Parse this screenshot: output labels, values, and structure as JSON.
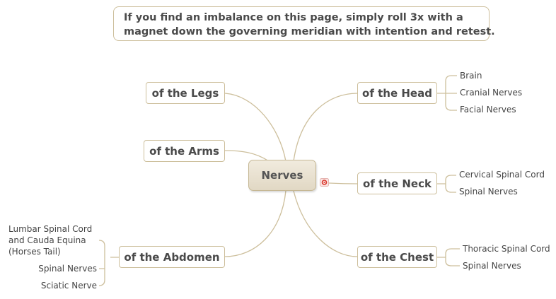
{
  "note": {
    "line1": "If you find an imbalance on this page, simply roll 3x with a",
    "line2": "magnet down the governing meridian with intention and retest."
  },
  "center": {
    "label": "Nerves"
  },
  "branches": {
    "legs": {
      "label": "of the Legs"
    },
    "arms": {
      "label": "of the Arms"
    },
    "abdomen": {
      "label": "of the Abdomen",
      "leaves": [
        "Lumbar Spinal Cord\nand Cauda Equina\n(Horses Tail)",
        "Spinal Nerves",
        "Sciatic Nerve"
      ]
    },
    "head": {
      "label": "of the Head",
      "leaves": [
        "Brain",
        "Cranial Nerves",
        "Facial Nerves"
      ]
    },
    "neck": {
      "label": "of the Neck",
      "leaves": [
        "Cervical Spinal Cord",
        "Spinal Nerves"
      ]
    },
    "chest": {
      "label": "of the Chest",
      "leaves": [
        "Thoracic Spinal Cord",
        "Spinal Nerves"
      ]
    }
  },
  "icons": {
    "marker": "magnet-marker-icon"
  },
  "colors": {
    "connector": "#cdbf9c",
    "marker": "#d9362b"
  }
}
